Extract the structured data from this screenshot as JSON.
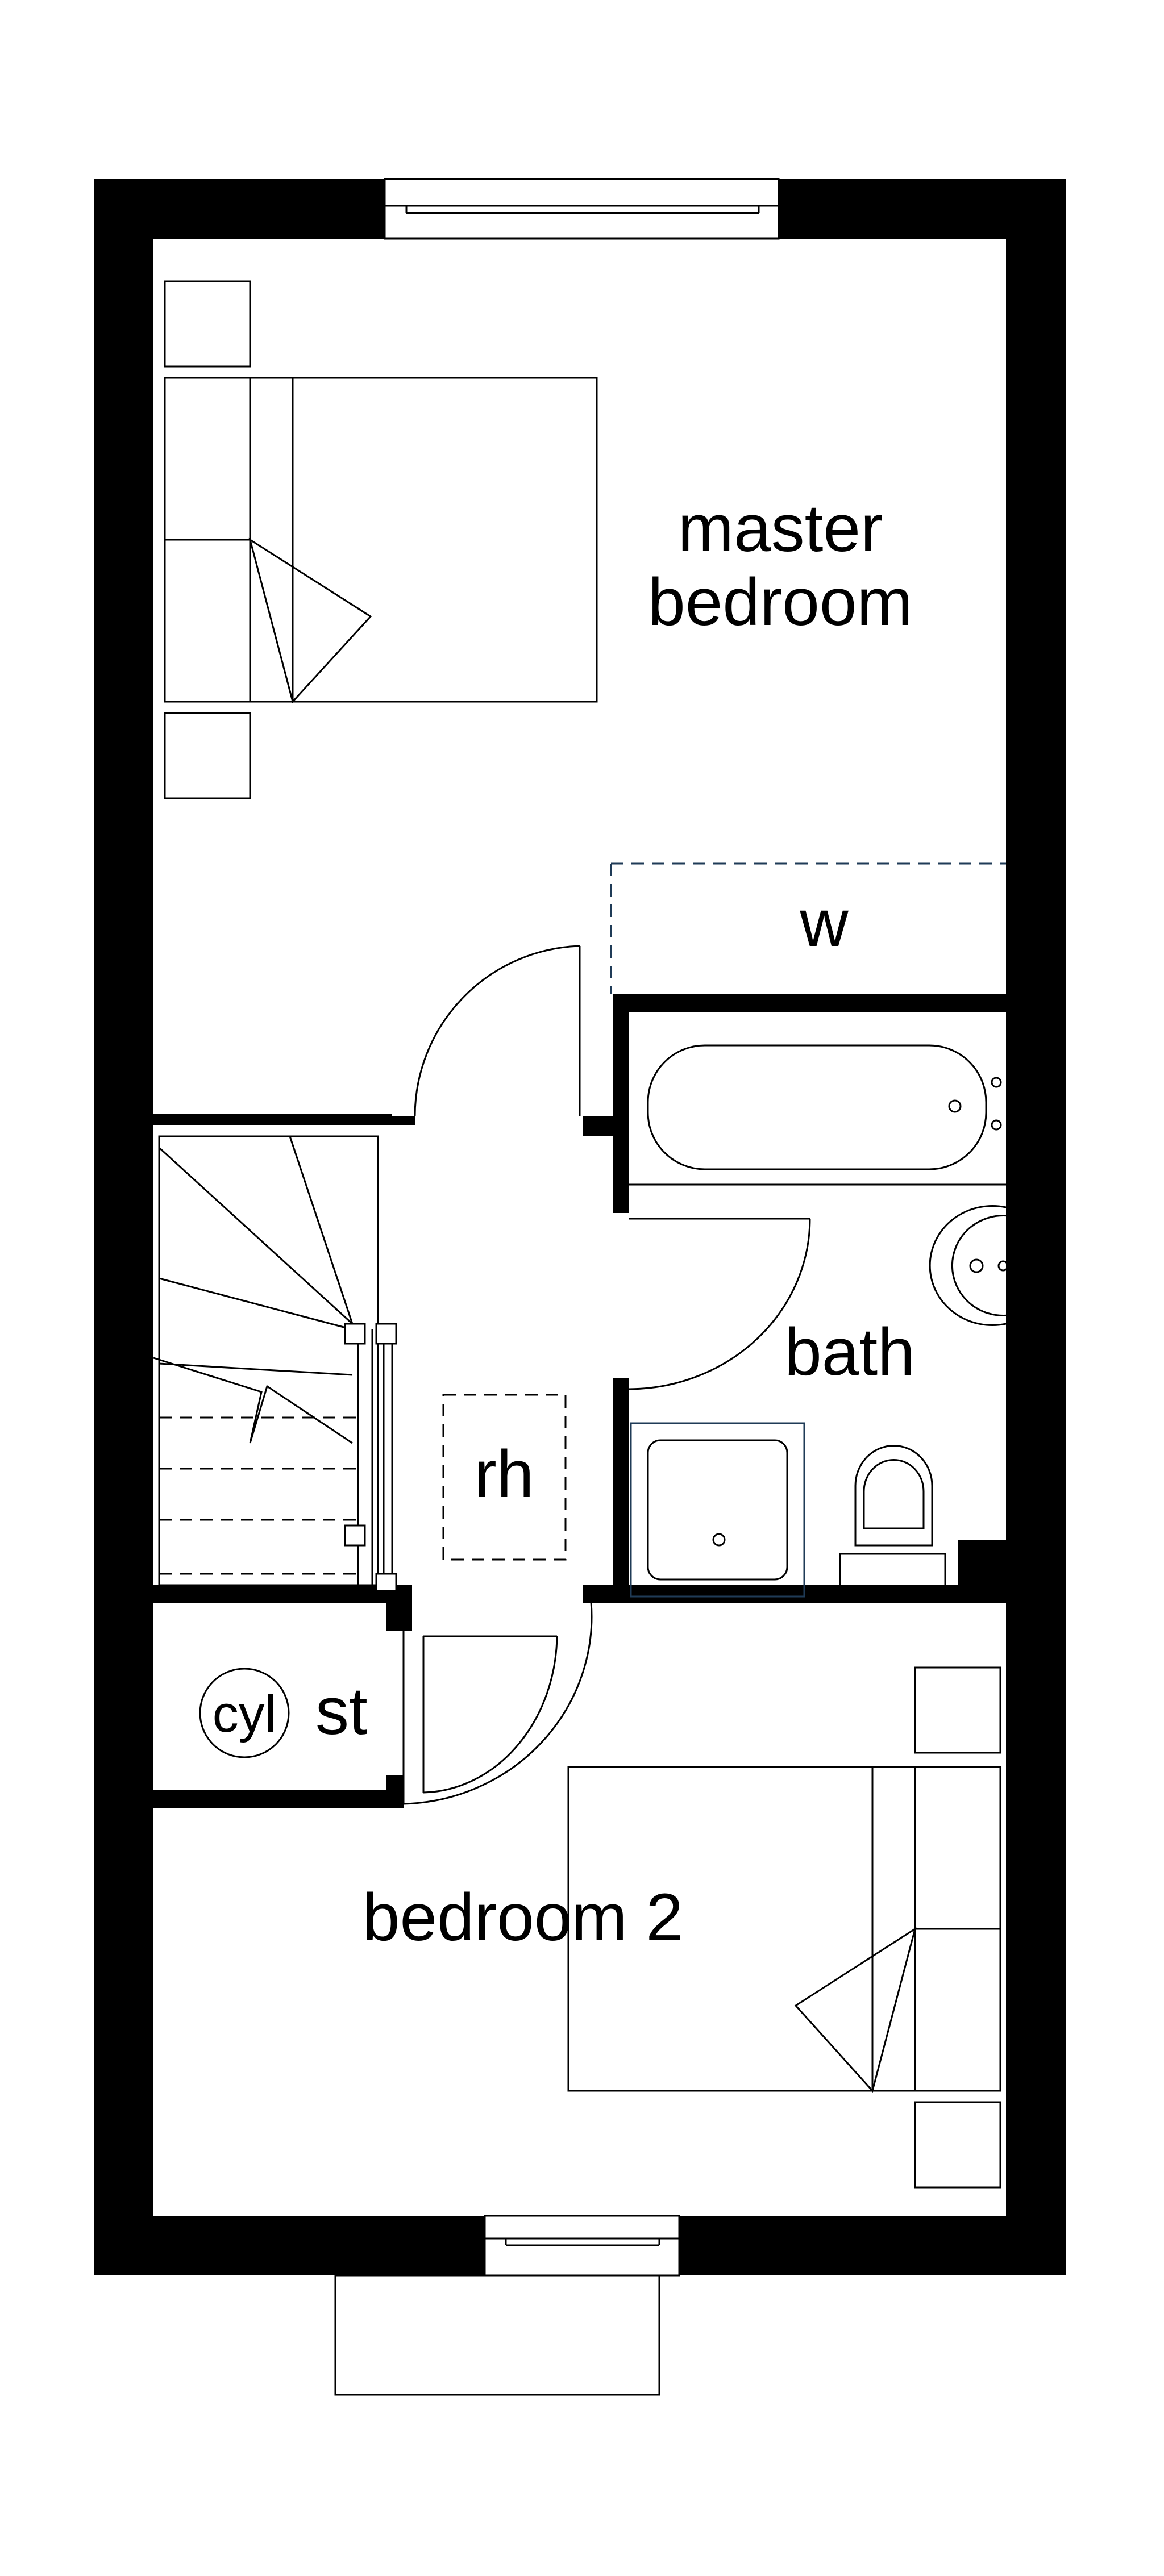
{
  "rooms": {
    "master_bedroom": {
      "line1": "master",
      "line2": "bedroom"
    },
    "wardrobe": "w",
    "bath": "bath",
    "riser": "rh",
    "cylinder": "cyl",
    "store": "st",
    "bedroom_2": "bedroom 2"
  },
  "colors": {
    "walls": "#000000",
    "background": "#ffffff",
    "wardrobe_outline": "#1f3b57",
    "shower_tray_outline": "#1f3b57"
  }
}
